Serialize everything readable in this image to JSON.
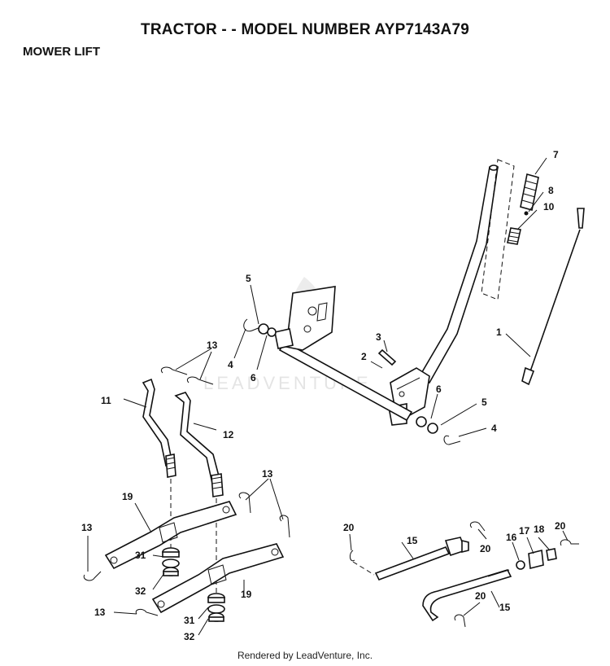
{
  "header": {
    "title": "TRACTOR - - MODEL NUMBER AYP7143A79",
    "section": "MOWER LIFT"
  },
  "watermark": "LEADVENTURE",
  "footer": {
    "credit": "Rendered by LeadVenture, Inc."
  },
  "callouts": [
    {
      "id": "c7",
      "text": "7"
    },
    {
      "id": "c8",
      "text": "8"
    },
    {
      "id": "c10",
      "text": "10"
    },
    {
      "id": "c1",
      "text": "1"
    },
    {
      "id": "c5a",
      "text": "5"
    },
    {
      "id": "c4a",
      "text": "4"
    },
    {
      "id": "c6a",
      "text": "6"
    },
    {
      "id": "c3",
      "text": "3"
    },
    {
      "id": "c2",
      "text": "2"
    },
    {
      "id": "c6b",
      "text": "6"
    },
    {
      "id": "c5b",
      "text": "5"
    },
    {
      "id": "c4b",
      "text": "4"
    },
    {
      "id": "c13a",
      "text": "13"
    },
    {
      "id": "c11",
      "text": "11"
    },
    {
      "id": "c12",
      "text": "12"
    },
    {
      "id": "c13b",
      "text": "13"
    },
    {
      "id": "c19a",
      "text": "19"
    },
    {
      "id": "c13c",
      "text": "13"
    },
    {
      "id": "c31a",
      "text": "31"
    },
    {
      "id": "c32a",
      "text": "32"
    },
    {
      "id": "c19b",
      "text": "19"
    },
    {
      "id": "c13d",
      "text": "13"
    },
    {
      "id": "c31b",
      "text": "31"
    },
    {
      "id": "c32b",
      "text": "32"
    },
    {
      "id": "c20a",
      "text": "20"
    },
    {
      "id": "c15a",
      "text": "15"
    },
    {
      "id": "c20b",
      "text": "20"
    },
    {
      "id": "c16",
      "text": "16"
    },
    {
      "id": "c17",
      "text": "17"
    },
    {
      "id": "c18",
      "text": "18"
    },
    {
      "id": "c20c",
      "text": "20"
    },
    {
      "id": "c20d",
      "text": "20"
    },
    {
      "id": "c15b",
      "text": "15"
    }
  ]
}
